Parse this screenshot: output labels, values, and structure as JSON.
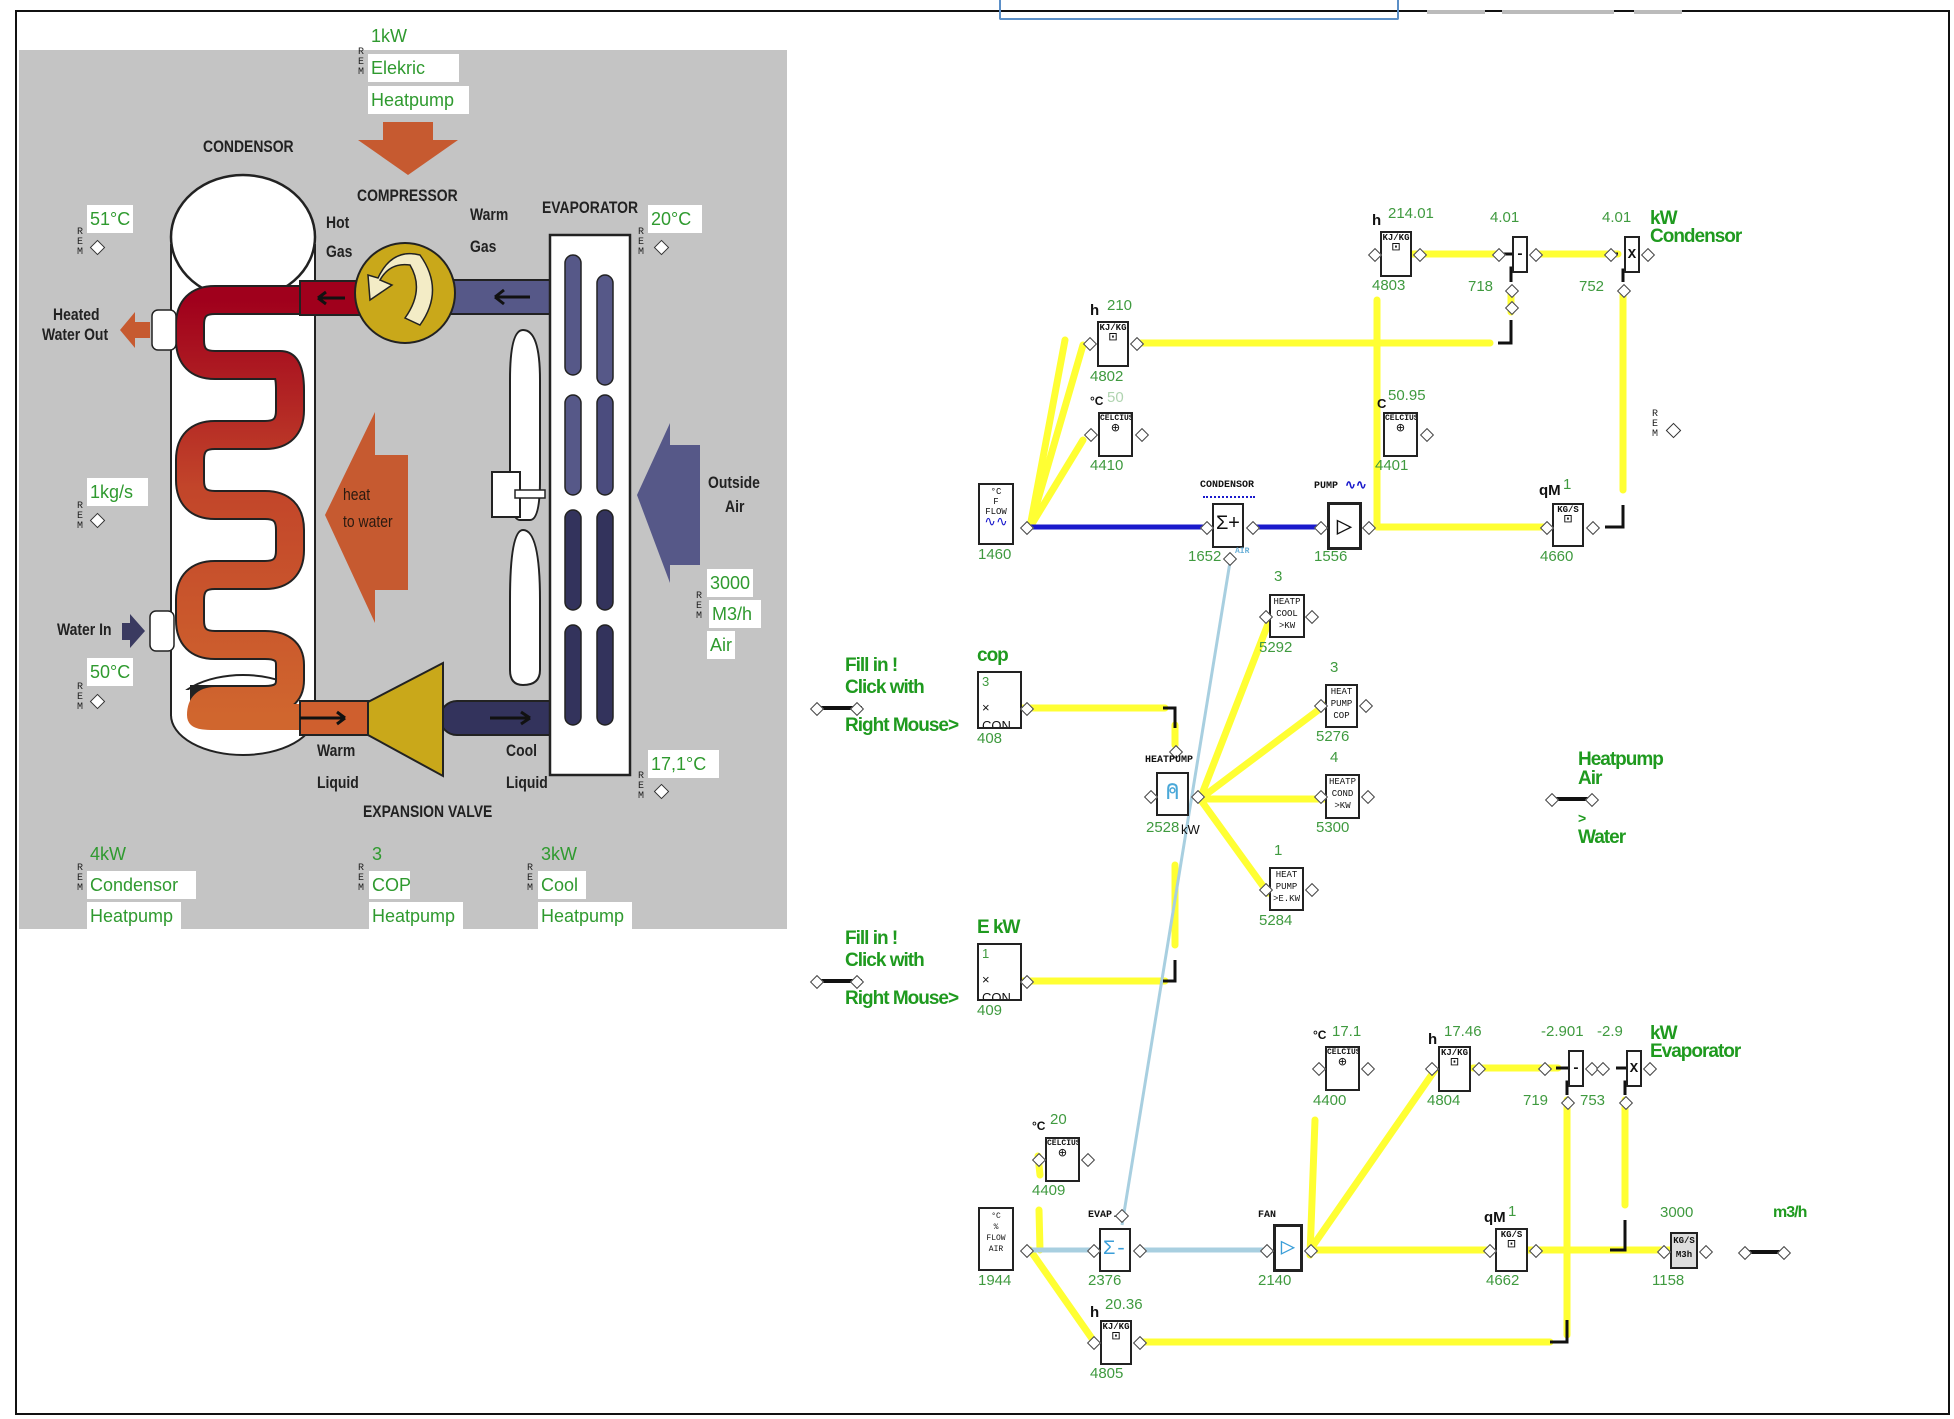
{
  "window": {
    "tabs": [
      "",
      "",
      ""
    ]
  },
  "illustration": {
    "labels": {
      "condensor": "CONDENSOR",
      "compressor": "COMPRESSOR",
      "evaporator": "EVAPORATOR",
      "hot_gas_1": "Hot",
      "hot_gas_2": "Gas",
      "warm_gas_1": "Warm",
      "warm_gas_2": "Gas",
      "heated_water_1": "Heated",
      "heated_water_2": "Water Out",
      "water_in": "Water In",
      "heat_to_water_1": "heat",
      "heat_to_water_2": "to water",
      "outside_air_1": "Outside",
      "outside_air_2": "Air",
      "warm_liquid_1": "Warm",
      "warm_liquid_2": "Liquid",
      "cool_liquid_1": "Cool",
      "cool_liquid_2": "Liquid",
      "expansion_valve": "EXPANSION VALVE"
    },
    "rem_tag": "R\nE\nM",
    "rems": {
      "electric": [
        "1kW",
        "Elekric",
        "Heatpump"
      ],
      "water_out_temp": [
        "51°C"
      ],
      "evap_in_temp": [
        "20°C"
      ],
      "water_flow": [
        "1kg/s"
      ],
      "air_flow": [
        "3000",
        "M3/h",
        "Air"
      ],
      "water_in_temp": [
        "50°C"
      ],
      "evap_out_temp": [
        "17,1°C"
      ],
      "condensor_power": [
        "4kW",
        "Condensor",
        "Heatpump"
      ],
      "cop": [
        "3",
        "COP",
        "Heatpump"
      ],
      "cool_power": [
        "3kW",
        "Cool",
        "Heatpump"
      ]
    }
  },
  "schematic": {
    "colors": {
      "signal_line": "#ffff33",
      "water_line": "#1a1acc",
      "air_line": "#a8cfe0",
      "value_text": "#3f9a3f"
    },
    "blocks": {
      "flow_water": {
        "id": "1460",
        "text": "°C\nF\nFLOW"
      },
      "h_4802": {
        "id": "4802",
        "symbol": "h",
        "value": "210",
        "text": "KJ/KG"
      },
      "t_4410": {
        "id": "4410",
        "symbol": "°C",
        "value": "50",
        "text": "CELCIUS"
      },
      "condensor": {
        "id": "1652",
        "title": "CONDENSOR",
        "sub": "AIR"
      },
      "pump": {
        "id": "1556",
        "title": "PUMP"
      },
      "h_4803": {
        "id": "4803",
        "symbol": "h",
        "value": "214.01",
        "text": "KJ/KG"
      },
      "t_4401": {
        "id": "4401",
        "symbol": "C",
        "value": "50.95",
        "text": "CELCIUS"
      },
      "sub_718": {
        "id": "718",
        "value": "4.01",
        "op": "-"
      },
      "mul_752": {
        "id": "752",
        "value": "4.01",
        "op": "X"
      },
      "kw_condensor": [
        "kW",
        "Condensor"
      ],
      "qm_4660": {
        "id": "4660",
        "symbol": "qM",
        "value": "1",
        "text": "KG/S"
      },
      "rem_tag": "R\nE\nM",
      "fill_in_1": [
        "Fill in !",
        "Click with",
        "Right Mouse>"
      ],
      "cop_con": {
        "id": "408",
        "label": "cop",
        "value": "3",
        "text": "× CON"
      },
      "fill_in_2": [
        "Fill in !",
        "Click with",
        "Right Mouse>"
      ],
      "ekw_con": {
        "id": "409",
        "label": "E kW",
        "value": "1",
        "text": "× CON"
      },
      "heatpump": {
        "id": "2528",
        "title": "HEATPUMP",
        "unit": "kW"
      },
      "hp_cool": {
        "id": "5292",
        "value": "3",
        "text": "HEATP\nCOOL\n>KW"
      },
      "hp_cop": {
        "id": "5276",
        "value": "3",
        "text": "HEAT\nPUMP\nCOP"
      },
      "hp_cond": {
        "id": "5300",
        "value": "4",
        "text": "HEATP\nCOND\n>KW"
      },
      "hp_ekw": {
        "id": "5284",
        "value": "1",
        "text": "HEAT\nPUMP\n>E.KW"
      },
      "heatpump_air_water": [
        "Heatpump",
        "Air",
        ">",
        "Water"
      ],
      "t_4400": {
        "id": "4400",
        "symbol": "°C",
        "value": "17.1",
        "text": "CELCIUS"
      },
      "h_4804": {
        "id": "4804",
        "symbol": "h",
        "value": "17.46",
        "text": "KJ/KG"
      },
      "sub_719": {
        "id": "719",
        "value": "-2.901",
        "op": "-"
      },
      "mul_753": {
        "id": "753",
        "value": "-2.9",
        "op": "X"
      },
      "kw_evaporator": [
        "kW",
        "Evaporator"
      ],
      "t_4409": {
        "id": "4409",
        "symbol": "°C",
        "value": "20",
        "text": "CELCIUS"
      },
      "flow_air": {
        "id": "1944",
        "text": "°C\n%\nFLOW\nAIR"
      },
      "evap": {
        "id": "2376",
        "title": "EVAP."
      },
      "fan": {
        "id": "2140",
        "title": "FAN"
      },
      "qm_4662": {
        "id": "4662",
        "symbol": "qM",
        "value": "1",
        "text": "KG/S"
      },
      "conv_1158": {
        "id": "1158",
        "value": "3000",
        "text": "KG/S\nM3h"
      },
      "m3h_label": "m3/h",
      "h_4805": {
        "id": "4805",
        "symbol": "h",
        "value": "20.36",
        "text": "KJ/KG"
      }
    }
  }
}
